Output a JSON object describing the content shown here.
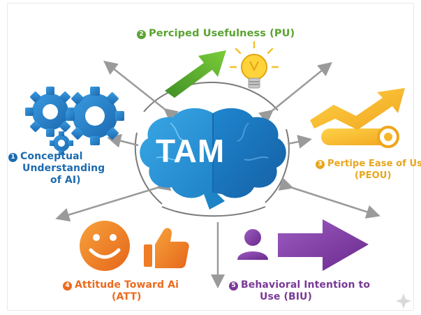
{
  "center": {
    "title": "TAM",
    "icon": "brain-icon"
  },
  "nodes": {
    "pu": {
      "number": "2",
      "label": "Perciped Usefulness (PU)",
      "icons": [
        "up-arrow-icon",
        "lightbulb-icon"
      ],
      "color": "#5aa331"
    },
    "cu": {
      "number": "1",
      "line1": "Conceptual",
      "line2": "Understanding",
      "line3": "of AI)",
      "icons": [
        "gears-icon"
      ],
      "color": "#1c6bb0"
    },
    "peou": {
      "number": "3",
      "line1": "Pertipe Ease of Use",
      "line2": "(PEOU)",
      "icons": [
        "toggle-arrow-icon"
      ],
      "color": "#e7a61d"
    },
    "att": {
      "number": "4",
      "line1": "Attitude Toward Ai",
      "line2": "(ATT)",
      "icons": [
        "smiley-icon",
        "thumbs-up-icon"
      ],
      "color": "#ec6a1e"
    },
    "biu": {
      "number": "5",
      "line1": "Behavioral Intention to",
      "line2": "Use (BIU)",
      "icons": [
        "person-icon",
        "right-arrow-icon"
      ],
      "color": "#7a3a96"
    }
  },
  "colors": {
    "brain_blue": "#1f8fd3",
    "brain_dark": "#1669ad",
    "arrow_gray": "#9a9a9a"
  }
}
